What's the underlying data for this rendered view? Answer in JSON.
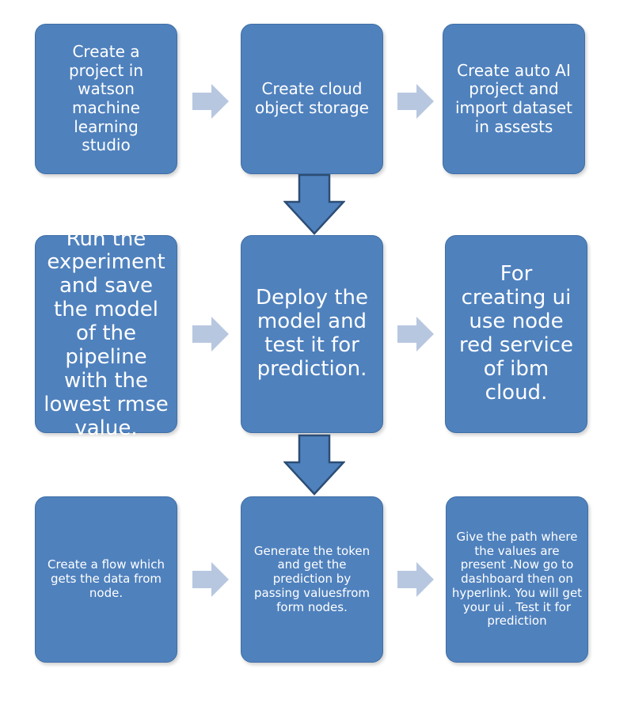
{
  "steps": [
    {
      "text": "Create a project in watson machine learning studio"
    },
    {
      "text": "Create cloud object storage"
    },
    {
      "text": "Create  auto AI project  and import dataset in assests"
    },
    {
      "text": "Run the experiment and save the model of the pipeline with the lowest rmse value."
    },
    {
      "text": "Deploy the model and test it for prediction."
    },
    {
      "text": "For creating ui use node red service of ibm cloud."
    },
    {
      "text": "Create a flow which gets the data from node."
    },
    {
      "text": "Generate the token and get the prediction by passing valuesfrom form nodes."
    },
    {
      "text": "Give the path where the values are present .Now go to dashboard then on hyperlink. You will get your ui . Test it for prediction"
    }
  ],
  "colors": {
    "box_fill": "#4f81bd",
    "box_border": "#3f6fa6",
    "side_arrow": "#b8c7e0",
    "down_arrow_fill": "#4f81bd",
    "down_arrow_stroke": "#2c4d75"
  }
}
